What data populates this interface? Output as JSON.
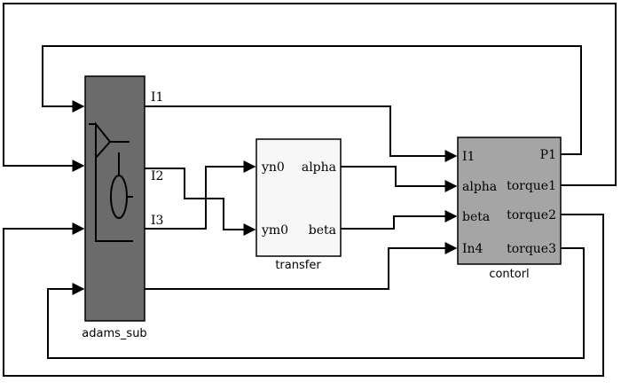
{
  "blocks": {
    "adams_sub": {
      "name": "adams_sub",
      "fill": "#6b6b6b",
      "outputs": [
        "I1",
        "I2",
        "I3"
      ]
    },
    "transfer": {
      "name": "transfer",
      "fill": "#f7f7f7",
      "inputs": [
        "yn0",
        "ym0"
      ],
      "outputs": [
        "alpha",
        "beta"
      ]
    },
    "contor1": {
      "name": "contorl",
      "fill": "#a5a5a5",
      "inputs": [
        "I1",
        "alpha",
        "beta",
        "In4"
      ],
      "outputs": [
        "P1",
        "torque1",
        "torque2",
        "torque3"
      ]
    }
  }
}
